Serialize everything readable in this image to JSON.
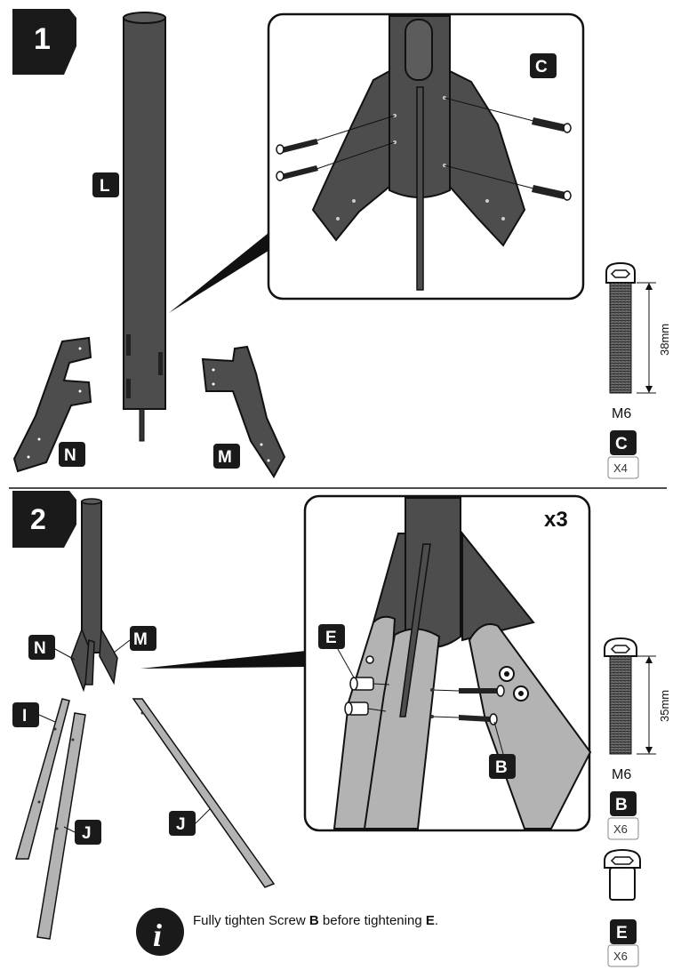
{
  "step1": {
    "number": "1",
    "parts": {
      "pole": "L",
      "bracket_left": "N",
      "bracket_right": "M",
      "screw_callout": "C"
    },
    "hardware": {
      "size_label": "38mm",
      "thread": "M6",
      "part": "C",
      "qty": "X4"
    }
  },
  "step2": {
    "number": "2",
    "multiplier": "x3",
    "parts": {
      "bracket_left": "N",
      "bracket_right": "M",
      "leg_left": "I",
      "leg_mid": "J",
      "leg_right": "J",
      "callout_e": "E",
      "callout_b": "B"
    },
    "hardware_b": {
      "size_label": "35mm",
      "thread": "M6",
      "part": "B",
      "qty": "X6"
    },
    "hardware_e": {
      "part": "E",
      "qty": "X6"
    }
  },
  "note": {
    "pre": "Fully tighten Screw ",
    "screw1": "B",
    "mid": " before tightening ",
    "screw2": "E",
    "post": "."
  },
  "icons": [
    "info-icon",
    "screw-icon",
    "step-badge"
  ],
  "colors": {
    "metal": "#4d4d4d",
    "leg": "#b3b3b3",
    "badge": "#222222"
  }
}
